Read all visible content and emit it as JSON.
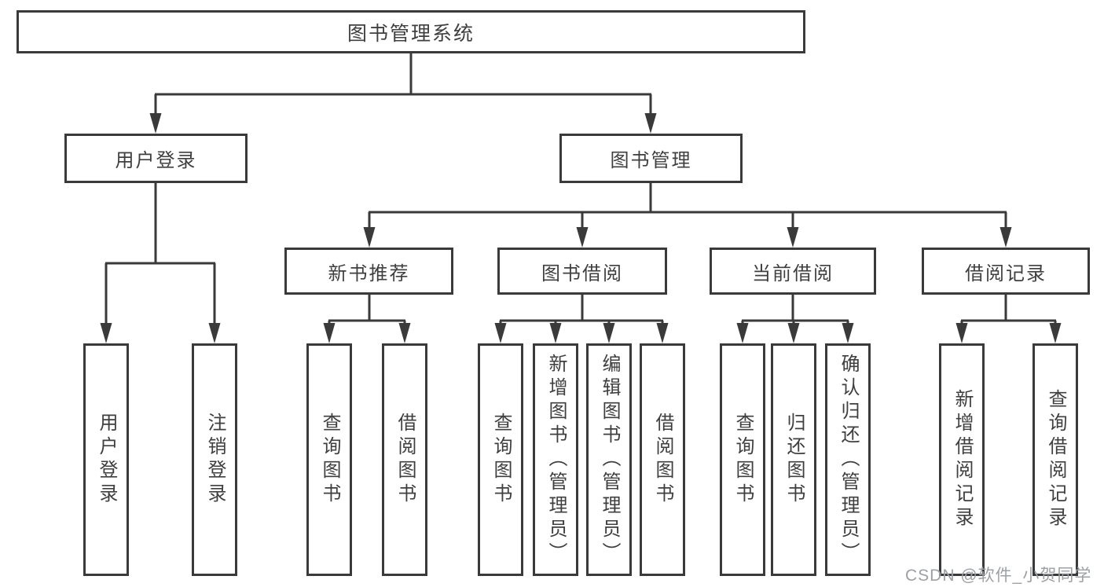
{
  "diagram": {
    "title": "图书管理系统",
    "branches": [
      {
        "label": "用户登录"
      },
      {
        "label": "图书管理"
      }
    ],
    "sections": [
      {
        "label": "新书推荐"
      },
      {
        "label": "图书借阅"
      },
      {
        "label": "当前借阅"
      },
      {
        "label": "借阅记录"
      }
    ],
    "leaves": [
      {
        "label": "用户登录"
      },
      {
        "label": "注销登录"
      },
      {
        "label": "查询图书"
      },
      {
        "label": "借阅图书"
      },
      {
        "label": "查询图书"
      },
      {
        "label": "新增图书（管理员）"
      },
      {
        "label": "编辑图书（管理员）"
      },
      {
        "label": "借阅图书"
      },
      {
        "label": "查询图书"
      },
      {
        "label": "归还图书"
      },
      {
        "label": "确认归还（管理员）"
      },
      {
        "label": "新增借阅记录"
      },
      {
        "label": "查询借阅记录"
      }
    ]
  },
  "watermark": "CSDN @软件_小贺同学",
  "colors": {
    "line": "#3a3a3a",
    "text": "#3f3f3f",
    "watermark": "#9da1a5",
    "background": "#ffffff"
  }
}
